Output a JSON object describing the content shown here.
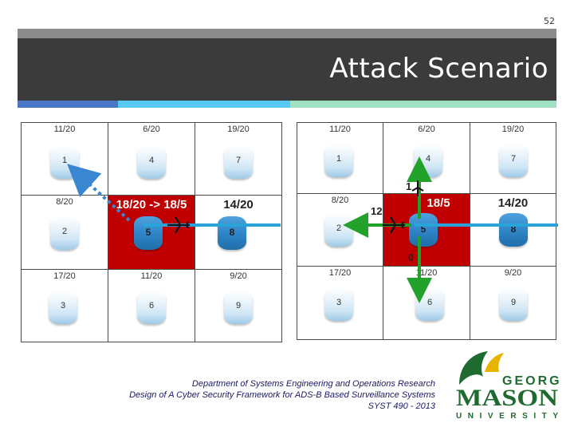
{
  "slide": {
    "number": "52",
    "title": "Attack Scenario"
  },
  "left_grid": {
    "cells": [
      {
        "prob": "11/20",
        "node": "1"
      },
      {
        "prob": "6/20",
        "node": "4"
      },
      {
        "prob": "19/20",
        "node": "7"
      },
      {
        "prob": "8/20",
        "node": "2"
      },
      {
        "prob": "18/20 -> 18/5",
        "node": "5"
      },
      {
        "prob": "14/20",
        "node": "8"
      },
      {
        "prob": "17/20",
        "node": "3"
      },
      {
        "prob": "11/20",
        "node": "6"
      },
      {
        "prob": "9/20",
        "node": "9"
      }
    ]
  },
  "right_grid": {
    "cells": [
      {
        "prob": "11/20",
        "node": "1"
      },
      {
        "prob": "6/20",
        "node": "4"
      },
      {
        "prob": "19/20",
        "node": "7"
      },
      {
        "prob": "8/20",
        "node": "2"
      },
      {
        "prob": "18/5",
        "node": "5"
      },
      {
        "prob": "14/20",
        "node": "8"
      },
      {
        "prob": "17/20",
        "node": "3"
      },
      {
        "prob": "11/20",
        "node": "6"
      },
      {
        "prob": "9/20",
        "node": "9"
      }
    ],
    "arrow_labels": {
      "up": "1",
      "left": "12",
      "down": "0"
    }
  },
  "colors": {
    "attacked_cell": "#c00000",
    "track_line": "#2aa3d8",
    "spoof_arrow": "#3a86d0",
    "probe_arrow": "#22a22a",
    "title_bar": "#3b3b3b",
    "mason_green": "#1f6b2f",
    "mason_gold": "#e8b400"
  },
  "footer": {
    "line1": "Department of Systems Engineering and Operations Research",
    "line2": "Design of A Cyber Security Framework for ADS-B Based Surveillance Systems",
    "line3": "SYST 490 - 2013"
  },
  "logo": {
    "word_george": "GEORGE",
    "word_mason": "MASON",
    "word_university": "UNIVERSITY"
  },
  "icons": {
    "aircraft": "aircraft-icon",
    "node": "radar-station-icon"
  }
}
